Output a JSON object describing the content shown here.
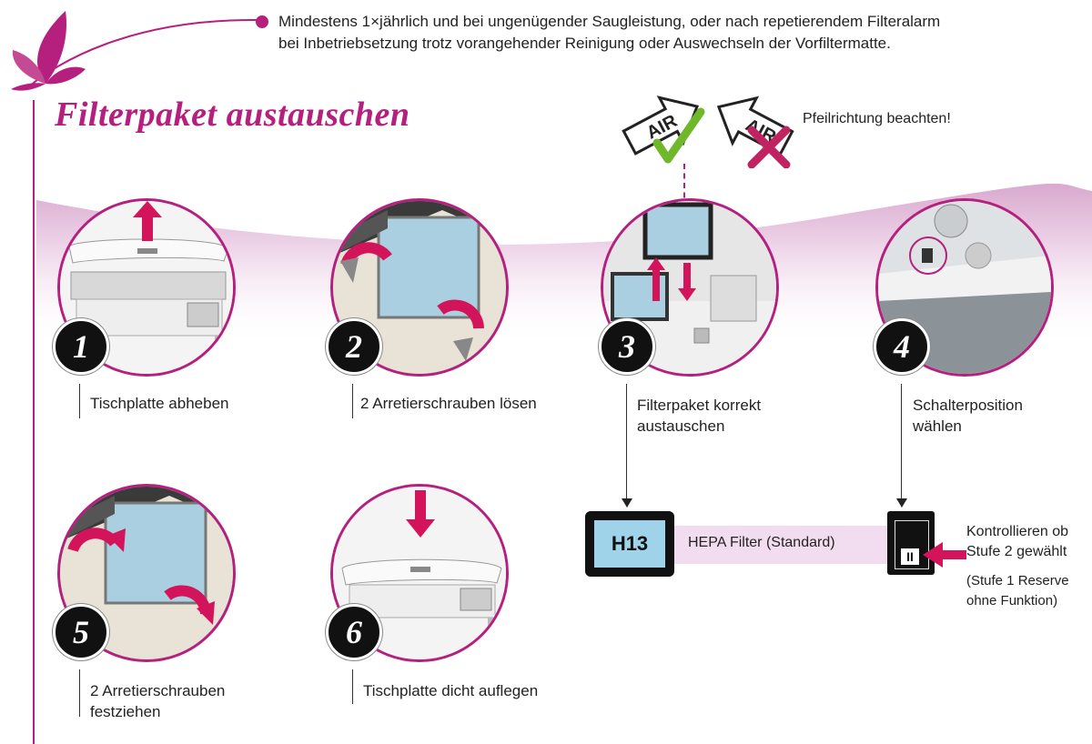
{
  "intro": {
    "line1": "Mindestens 1×jährlich und bei ungenügender Saugleistung, oder nach repetierendem Filteralarm",
    "line2": "bei Inbetriebsetzung trotz vorangehender Reinigung oder Auswechseln der Vorfiltermatte."
  },
  "title": "Filterpaket austauschen",
  "arrow_hint": {
    "label": "Pfeilrichtung beachten!",
    "air_text": "AIR"
  },
  "steps": [
    {
      "number": "1",
      "caption": [
        "Tischplatte abheben"
      ]
    },
    {
      "number": "2",
      "caption": [
        "2 Arretierschrauben lösen"
      ]
    },
    {
      "number": "3",
      "caption": [
        "Filterpaket korrekt",
        "austauschen"
      ]
    },
    {
      "number": "4",
      "caption": [
        "Schalterposition",
        "wählen"
      ]
    },
    {
      "number": "5",
      "caption": [
        "2 Arretierschrauben",
        "festziehen"
      ]
    },
    {
      "number": "6",
      "caption": [
        "Tischplatte dicht auflegen"
      ]
    }
  ],
  "filter": {
    "code": "H13",
    "label": "HEPA Filter (Standard)"
  },
  "switch": {
    "symbol": "II",
    "note1": [
      "Kontrollieren ob",
      "Stufe 2 gewählt"
    ],
    "note2": [
      "(Stufe 1 Reserve",
      "ohne Funktion)"
    ]
  },
  "colors": {
    "accent": "#b5207f",
    "check": "#6fb82c",
    "cross": "#c0235f",
    "filter_blue": "#9fd3ea"
  }
}
